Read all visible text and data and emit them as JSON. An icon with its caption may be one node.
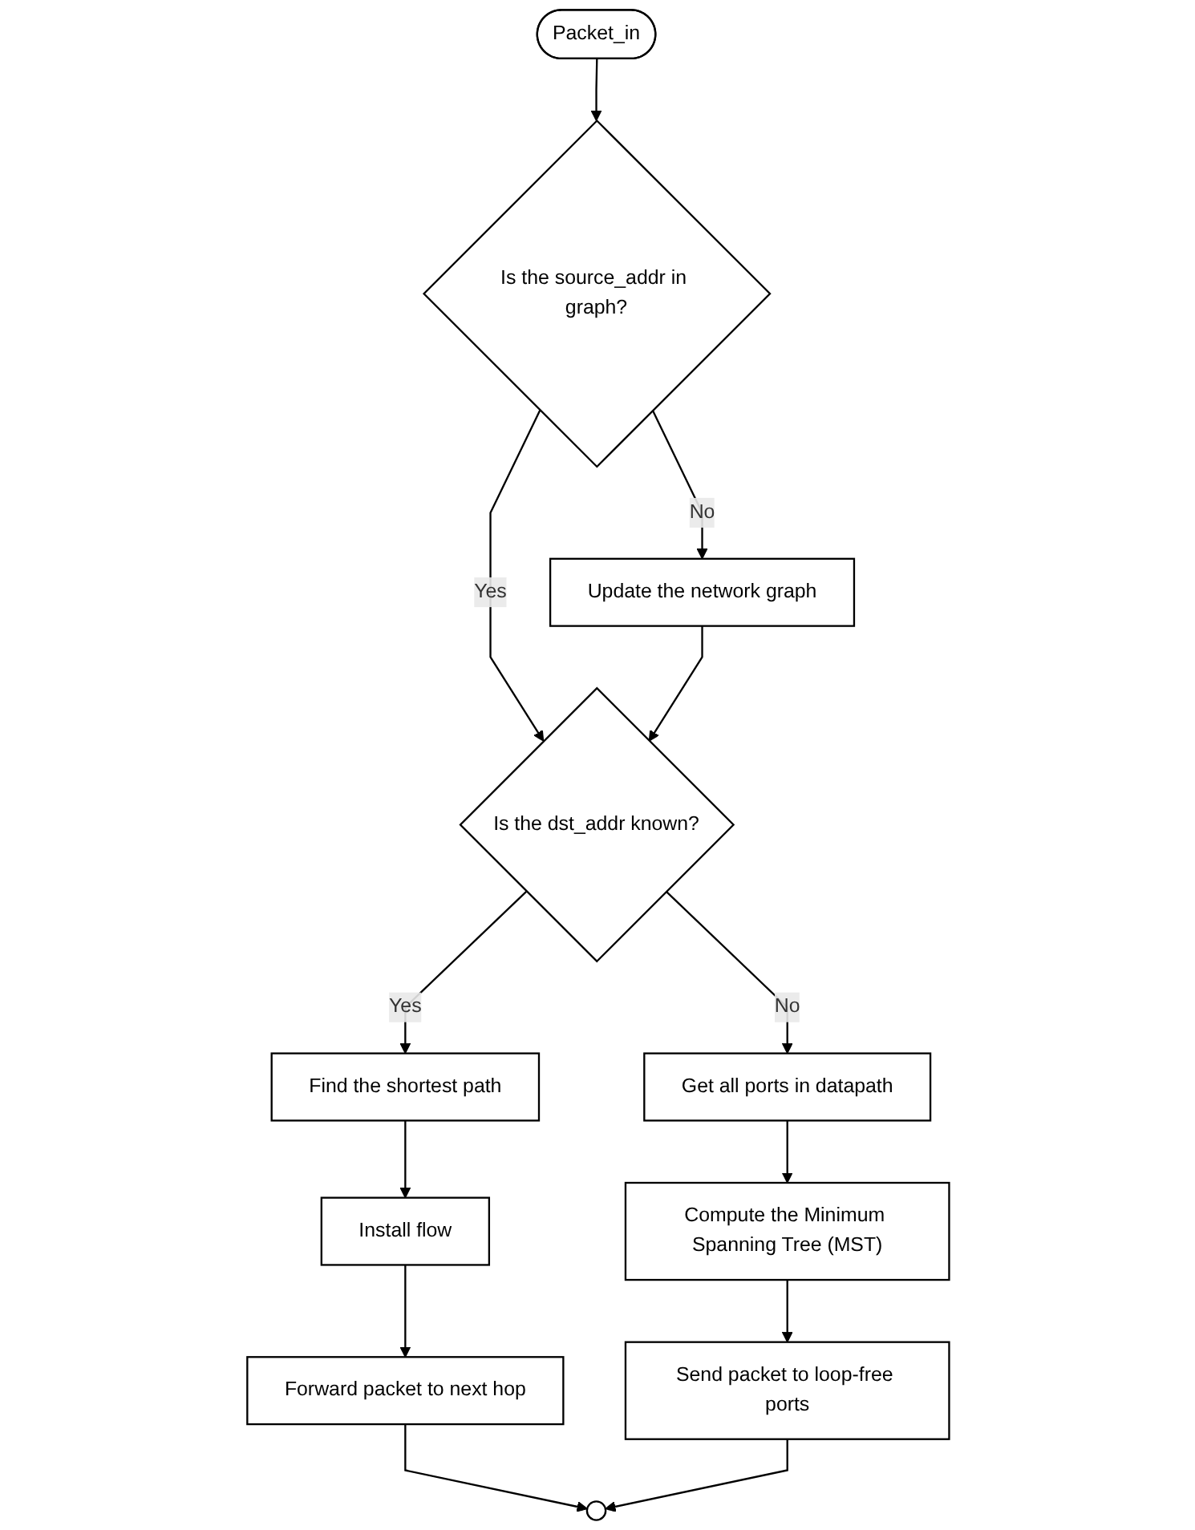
{
  "diagram": {
    "nodes": [
      {
        "text": [
          "Packet_in"
        ]
      },
      {
        "text": [
          "Is the source_addr in graph?"
        ]
      },
      {
        "text": [
          "Update the network graph"
        ]
      },
      {
        "text": [
          "Is the dst_addr known?"
        ]
      },
      {
        "text": [
          "Get all ports in datapath"
        ]
      },
      {
        "text": [
          "Find the shortest path"
        ]
      },
      {
        "text": [
          "Compute the Minimum Spanning Tree (MST)"
        ]
      },
      {
        "text": [
          "Install flow"
        ]
      },
      {
        "text": [
          "Send packet to loop-free ports"
        ]
      },
      {
        "text": [
          "Forward packet to next hop"
        ]
      },
      {
        "text": [],
        "shape": "circle"
      }
    ],
    "edges": [
      {
        "from": 0,
        "to": 1,
        "arrow": "to"
      },
      {
        "from": 1,
        "to": 2,
        "arrow": "to",
        "label": "No"
      },
      {
        "from": 1,
        "to": 3,
        "arrow": "to",
        "label": "Yes"
      },
      {
        "from": 2,
        "to": 3,
        "arrow": "to"
      },
      {
        "from": 3,
        "to": 4,
        "arrow": "to",
        "label": "No"
      },
      {
        "from": 3,
        "to": 5,
        "arrow": "to",
        "label": "Yes"
      },
      {
        "from": 4,
        "to": 6,
        "arrow": "to"
      },
      {
        "from": 5,
        "to": 7,
        "arrow": "to"
      },
      {
        "from": 6,
        "to": 8,
        "arrow": "to"
      },
      {
        "from": 7,
        "to": 9,
        "arrow": "to"
      },
      {
        "from": 9,
        "to": 10,
        "arrow": "to"
      },
      {
        "from": 8,
        "to": 10,
        "arrow": "to"
      }
    ]
  }
}
